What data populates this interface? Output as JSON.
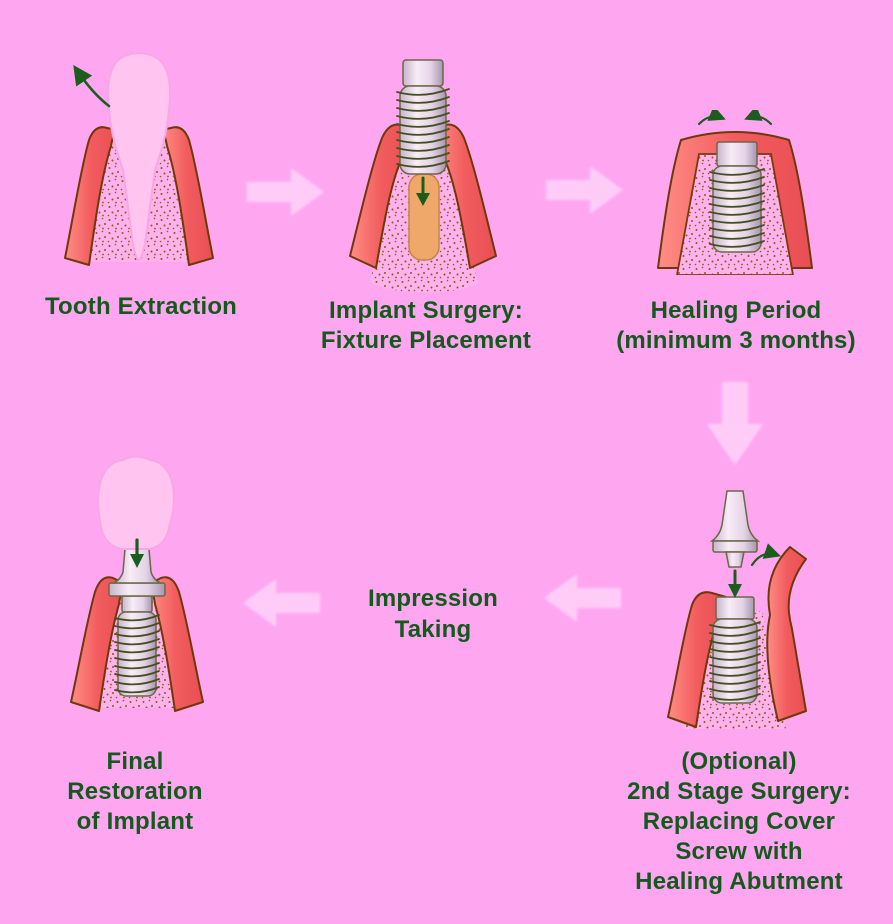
{
  "palette": {
    "background": "#ffa6f1",
    "flow_arrow": "#ffcff8",
    "caption_text": "#14591c",
    "annotation_arrow_green": "#1d5c1f",
    "gum_tissue_red": "#f25c5e",
    "gum_outline_brown": "#6f3808",
    "bone_pink": "#ffb2ee",
    "bone_speckle_brown": "#8a5c12",
    "tooth_pink": "#ffc4f0",
    "implant_metal": "#e4d3e6",
    "socket_tan": "#f0a86a"
  },
  "diagram": {
    "steps": [
      {
        "id": "tooth-extraction",
        "label": "Tooth Extraction"
      },
      {
        "id": "implant-surgery",
        "label": "Implant Surgery:\nFixture Placement"
      },
      {
        "id": "healing-period",
        "label": "Healing Period\n(minimum 3 months)"
      },
      {
        "id": "second-stage-surgery",
        "label": "(Optional)\n2nd Stage Surgery:\nReplacing Cover\nScrew with\nHealing Abutment"
      },
      {
        "id": "impression-taking",
        "label": "Impression\nTaking"
      },
      {
        "id": "final-restoration",
        "label": "Final\nRestoration\nof Implant"
      }
    ],
    "flow_arrows": [
      {
        "from": "tooth-extraction",
        "to": "implant-surgery",
        "direction": "right"
      },
      {
        "from": "implant-surgery",
        "to": "healing-period",
        "direction": "right"
      },
      {
        "from": "healing-period",
        "to": "second-stage-surgery",
        "direction": "down"
      },
      {
        "from": "second-stage-surgery",
        "to": "impression-taking",
        "direction": "left"
      },
      {
        "from": "impression-taking",
        "to": "final-restoration",
        "direction": "left"
      }
    ]
  }
}
